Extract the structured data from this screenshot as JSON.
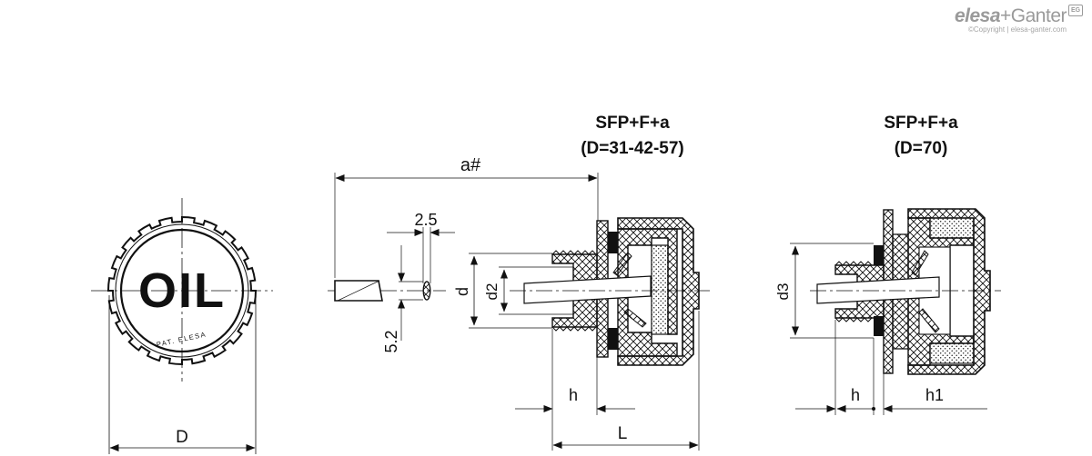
{
  "brand": {
    "name_left": "elesa",
    "name_plus": "+",
    "name_right": "Ganter",
    "copyright": "©Copyright | elesa-ganter.com",
    "badge": "EG"
  },
  "views": {
    "front": {
      "oil_text": "OIL",
      "pat_text": "PAT. ELESA",
      "dim_D": "D"
    },
    "pin": {
      "dim_a": "a#",
      "dim_width": "2.5",
      "dim_height": "5.2"
    },
    "section_small": {
      "title_line1": "SFP+F+a",
      "title_line2": "(D=31-42-57)",
      "dim_d": "d",
      "dim_d2": "d2",
      "dim_h": "h",
      "dim_L": "L"
    },
    "section_large": {
      "title_line1": "SFP+F+a",
      "title_line2": "(D=70)",
      "dim_d3": "d3",
      "dim_h": "h",
      "dim_h1": "h1"
    }
  },
  "colors": {
    "line": "#111111",
    "brand_gray": "#9a9a9a"
  }
}
